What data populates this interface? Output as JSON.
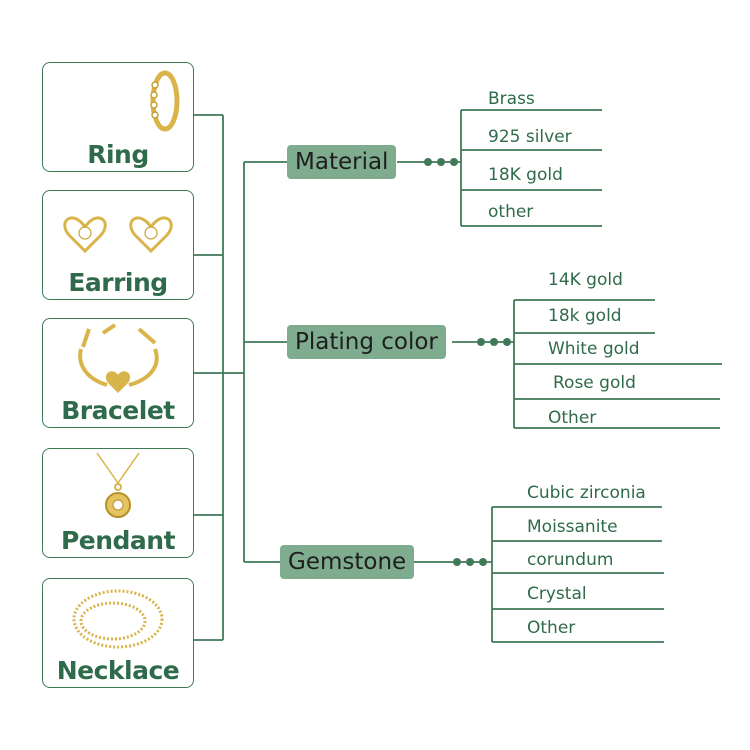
{
  "categories": [
    {
      "label": "Ring",
      "icon": "ring-icon"
    },
    {
      "label": "Earring",
      "icon": "earring-icon"
    },
    {
      "label": "Bracelet",
      "icon": "bracelet-icon"
    },
    {
      "label": "Pendant",
      "icon": "pendant-icon"
    },
    {
      "label": "Necklace",
      "icon": "necklace-icon"
    }
  ],
  "branches": [
    {
      "label": "Material",
      "options": [
        "Brass",
        "925 silver",
        "18K gold",
        "other"
      ]
    },
    {
      "label": "Plating color",
      "options": [
        "14K gold",
        "18k gold",
        "White gold",
        "Rose gold",
        "Other"
      ]
    },
    {
      "label": "Gemstone",
      "options": [
        "Cubic zirconia",
        "Moissanite",
        "corundum",
        "Crystal",
        "Other"
      ]
    }
  ],
  "colors": {
    "line": "#3f7a57",
    "label_bg": "#7fac8e",
    "text": "#2f6b4a",
    "gold": "#d9b44a"
  }
}
